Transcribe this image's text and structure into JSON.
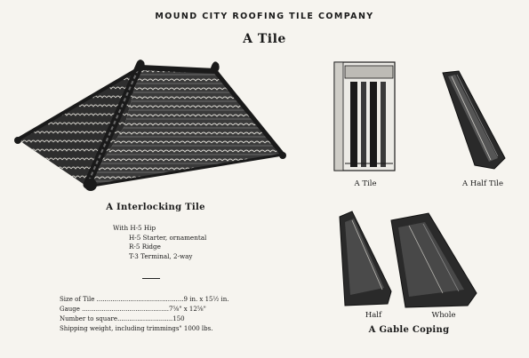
{
  "header": {
    "company": "MOUND CITY ROOFING TILE COMPANY",
    "title": "A Tile"
  },
  "figures": {
    "roof_caption": "A Interlocking Tile",
    "a_tile_caption": "A Tile",
    "a_half_tile_caption": "A Half Tile",
    "half_caption": "Half",
    "whole_caption": "Whole",
    "gable_coping_caption": "A Gable Coping"
  },
  "accessories": [
    "With H-5 Hip",
    "H-5 Starter, ornamental",
    "R-5 Ridge",
    "T-3 Terminal, 2-way"
  ],
  "specs": [
    "Size of Tile ............................................9 in. x 15½ in.",
    "Gauge ............................................7⅝\" x 12⅝\"",
    "Number to square............................150",
    "Shipping weight, including trimmings\" 1000 lbs."
  ],
  "colors": {
    "ink": "#1a1a1a",
    "paper": "#f6f4ef",
    "tile_dark": "#2a2a2a",
    "tile_light": "#e8e6e0"
  }
}
